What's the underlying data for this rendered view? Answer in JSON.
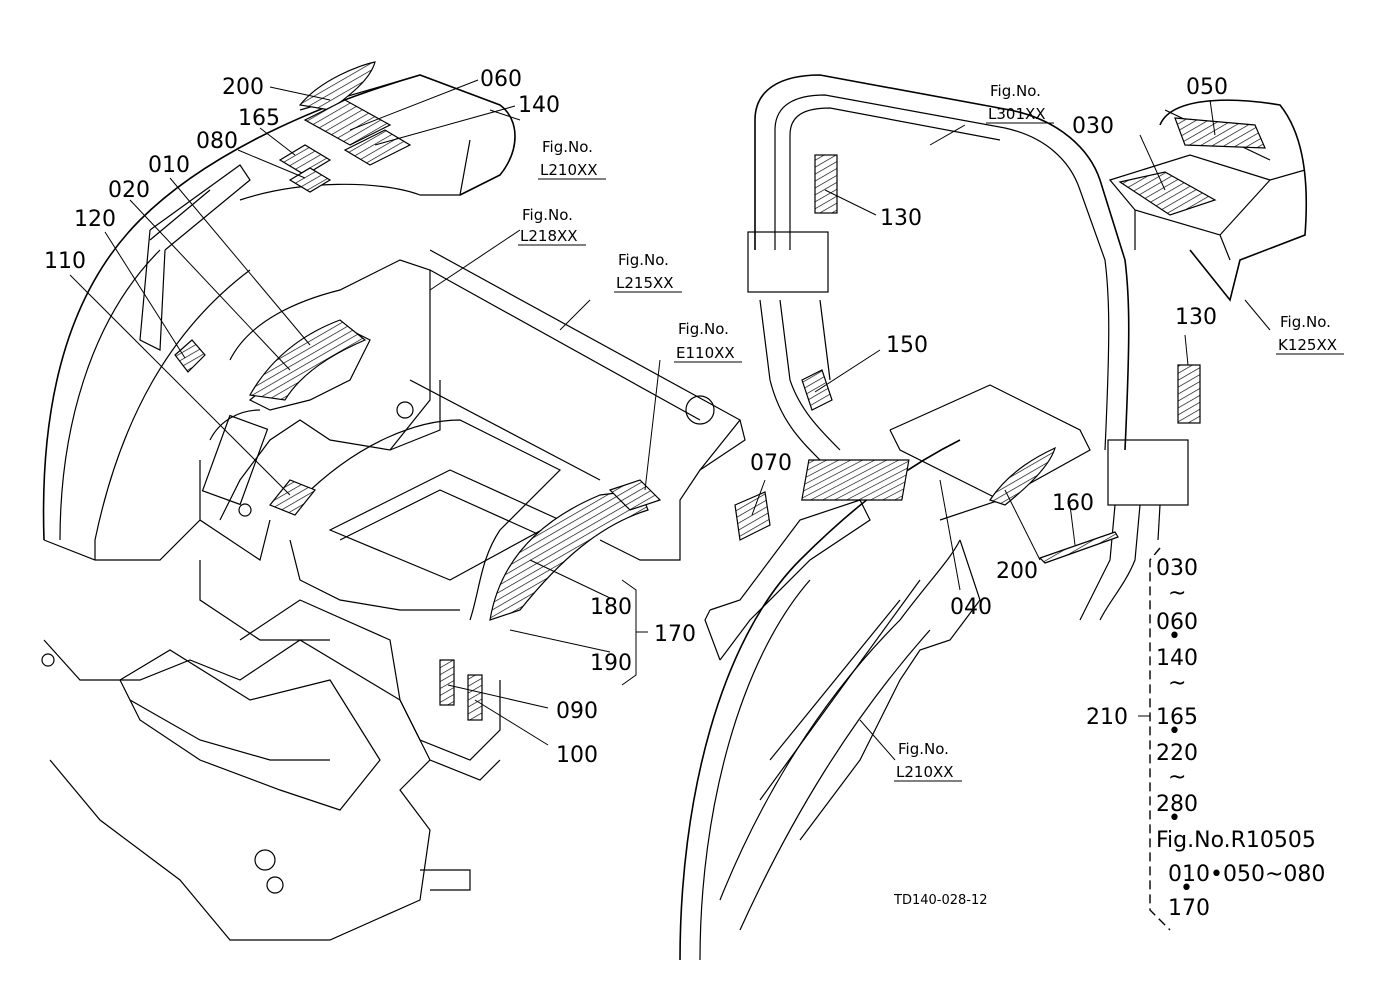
{
  "callouts": {
    "c200_top": "200",
    "c060": "060",
    "c140": "140",
    "c165": "165",
    "c080": "080",
    "c010": "010",
    "c020": "020",
    "c120": "120",
    "c110": "110",
    "c130_a": "130",
    "c130_b": "130",
    "c030_top": "030",
    "c050": "050",
    "c150": "150",
    "c070": "070",
    "c160": "160",
    "c200_right": "200",
    "c040": "040",
    "c180": "180",
    "c170": "170",
    "c190": "190",
    "c090": "090",
    "c100": "100",
    "c210": "210"
  },
  "figrefs": {
    "l210_top": {
      "label": "Fig.No.",
      "code": "L210XX"
    },
    "l218": {
      "label": "Fig.No.",
      "code": "L218XX"
    },
    "l215": {
      "label": "Fig.No.",
      "code": "L215XX"
    },
    "e110": {
      "label": "Fig.No.",
      "code": "E110XX"
    },
    "l301": {
      "label": "Fig.No.",
      "code": "L301XX"
    },
    "k125": {
      "label": "Fig.No.",
      "code": "K125XX"
    },
    "l210_bottom": {
      "label": "Fig.No.",
      "code": "L210XX"
    }
  },
  "kit_list": {
    "items": [
      "030",
      "~",
      "060",
      "•",
      "140",
      "~",
      "165",
      "•",
      "220",
      "~",
      "280",
      "•"
    ],
    "ref_line": "Fig.No.R10505",
    "ref_items": "010•050~080",
    "ref_dot": "•",
    "ref_last": "170"
  },
  "drawing_id": "TD140-028-12"
}
